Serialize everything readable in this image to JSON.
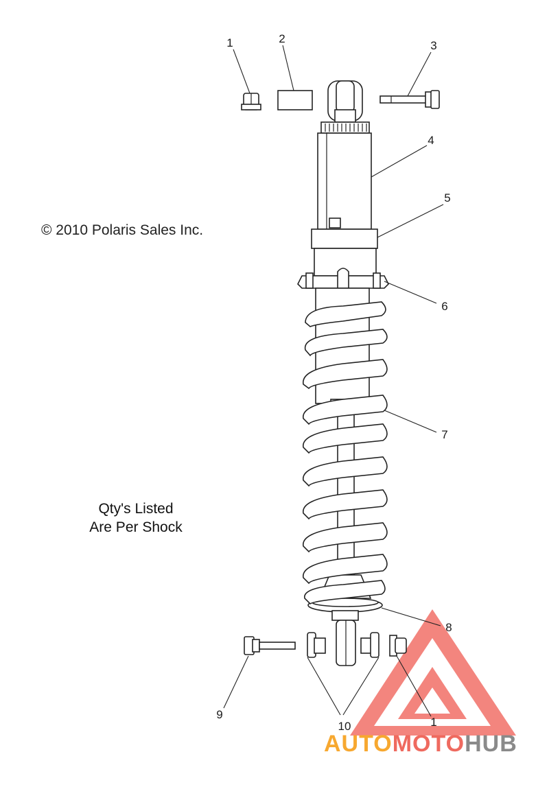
{
  "copyright": "© 2010 Polaris Sales Inc.",
  "note_line1": "Qty's Listed",
  "note_line2": "Are Per Shock",
  "callouts": [
    "1",
    "2",
    "3",
    "4",
    "5",
    "6",
    "7",
    "8",
    "9",
    "10",
    "1"
  ],
  "watermark": {
    "part1": "AUTO",
    "part2": "MOTO",
    "part3": "HUB",
    "colors": {
      "auto": "#f7a830",
      "moto": "#ef6a5f",
      "hub": "#8a8a8a",
      "logo": "#ef5f57"
    }
  }
}
